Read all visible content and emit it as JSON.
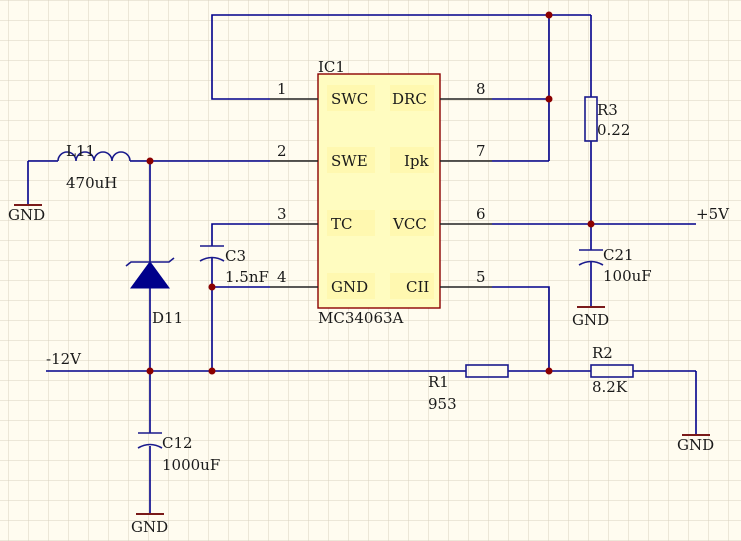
{
  "grid": {
    "color": "#d8d2c0",
    "background": "#fffcf0"
  },
  "colors": {
    "wire": "#00008b",
    "junction": "#8b0000",
    "ic_body": "#fffcc0",
    "ic_border": "#8b0000",
    "diode_fill": "#00008b",
    "ground": "#7a1a1a"
  },
  "ic": {
    "designator": "IC1",
    "part": "MC34063A",
    "pins": [
      {
        "number": "1",
        "name": "SWC"
      },
      {
        "number": "2",
        "name": "SWE"
      },
      {
        "number": "3",
        "name": "TC"
      },
      {
        "number": "4",
        "name": "GND"
      },
      {
        "number": "5",
        "name": "CII"
      },
      {
        "number": "6",
        "name": "VCC"
      },
      {
        "number": "7",
        "name": "Ipk"
      },
      {
        "number": "8",
        "name": "DRC"
      }
    ]
  },
  "components": {
    "L11": {
      "ref": "L11",
      "value": "470uH"
    },
    "D11": {
      "ref": "D11"
    },
    "C3": {
      "ref": "C3",
      "value": "1.5nF"
    },
    "C12": {
      "ref": "C12",
      "value": "1000uF"
    },
    "C21": {
      "ref": "C21",
      "value": "100uF"
    },
    "R1": {
      "ref": "R1",
      "value": "953"
    },
    "R2": {
      "ref": "R2",
      "value": "8.2K"
    },
    "R3": {
      "ref": "R3",
      "value": "0.22"
    }
  },
  "nets": {
    "neg12": "-12V",
    "pos5": "+5V",
    "gnd": "GND"
  }
}
